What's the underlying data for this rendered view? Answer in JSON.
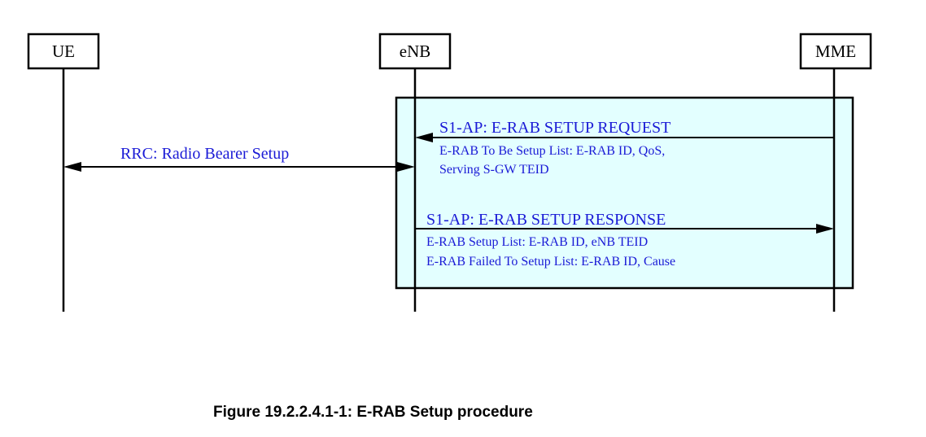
{
  "entities": {
    "ue": "UE",
    "enb": "eNB",
    "mme": "MME"
  },
  "messages": {
    "rrc": {
      "title": "RRC: Radio Bearer Setup"
    },
    "request": {
      "title": "S1-AP: E-RAB SETUP REQUEST",
      "details": [
        "E-RAB To Be Setup List: E-RAB ID, QoS,",
        "Serving S-GW TEID"
      ]
    },
    "response": {
      "title": "S1-AP: E-RAB SETUP RESPONSE",
      "details": [
        "E-RAB Setup List: E-RAB ID, eNB TEID",
        "E-RAB Failed To Setup List: E-RAB ID, Cause"
      ]
    }
  },
  "caption": "Figure 19.2.2.4.1-1: E-RAB Setup procedure",
  "colors": {
    "message_text": "#1a1ad6",
    "group_fill": "#e3ffff"
  }
}
